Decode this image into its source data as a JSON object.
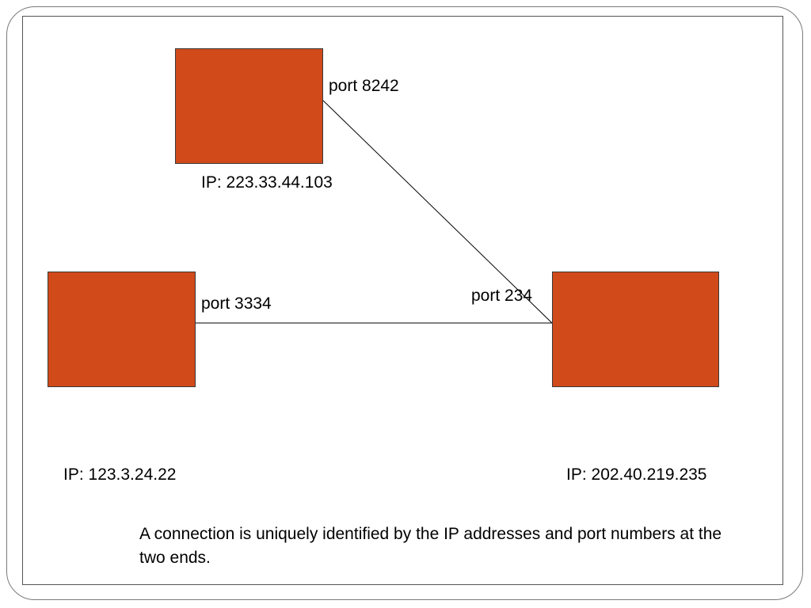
{
  "diagram": {
    "hosts": {
      "top": {
        "ip": "IP: 223.33.44.103",
        "port": "port 8242"
      },
      "left": {
        "ip": "IP: 123.3.24.22",
        "port": "port 3334"
      },
      "right": {
        "ip": "IP: 202.40.219.235",
        "port": "port 234"
      }
    },
    "caption": "A connection is uniquely identified by the IP addresses and port numbers at the two ends."
  },
  "colors": {
    "host_fill": "#d04a1a",
    "line": "#000000",
    "frame": "#555555"
  }
}
